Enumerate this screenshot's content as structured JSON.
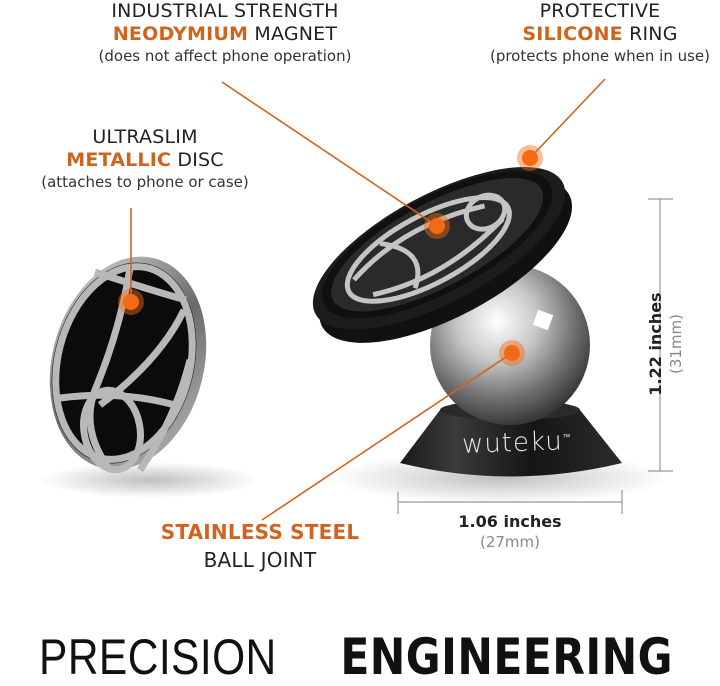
{
  "colors": {
    "accent_orange": "#d0641f",
    "callout_dot": "#f26a13",
    "text_dark": "#222222",
    "text_muted": "#888888",
    "dimension_line": "#999999"
  },
  "callouts": {
    "magnet": {
      "line1": "INDUSTRIAL STRENGTH",
      "highlight": "NEODYMIUM",
      "line2_rest": " MAGNET",
      "sub": "(does not affect phone operation)"
    },
    "ring": {
      "line1": "PROTECTIVE",
      "highlight": "SILICONE",
      "line2_rest": " RING",
      "sub": "(protects phone when in use)"
    },
    "disc": {
      "line1": "ULTRASLIM",
      "highlight": "METALLIC",
      "line2_rest": " DISC",
      "sub": "(attaches to phone or case)"
    },
    "ball": {
      "highlight": "STAINLESS STEEL",
      "line2": "BALL JOINT"
    }
  },
  "product": {
    "brand_mark": "wuteku",
    "trademark": "™"
  },
  "dimensions": {
    "width": {
      "inches": "1.06 inches",
      "mm": "(27mm)"
    },
    "height": {
      "inches": "1.22 inches",
      "mm": "(31mm)"
    }
  },
  "headline": {
    "thin": "PRECISION ",
    "bold": "ENGINEERING"
  },
  "icons": {
    "callout_marker": "orange-dot",
    "logo_pattern": "interlocking-arcs"
  }
}
